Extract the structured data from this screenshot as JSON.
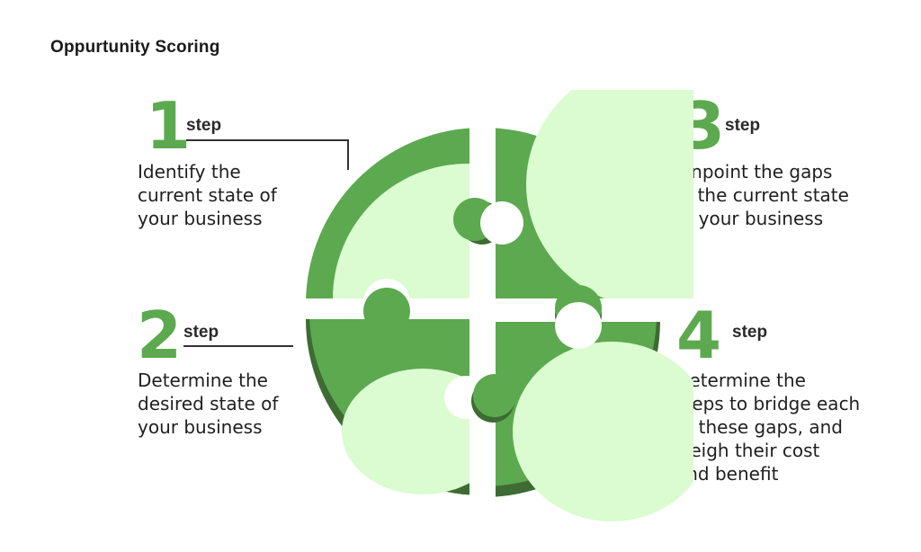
{
  "title": "Oppurtunity Scoring",
  "steps": [
    {
      "number": "1",
      "label": "step",
      "text": [
        "Identify the",
        "current state of",
        "your business"
      ]
    },
    {
      "number": "2",
      "label": "step",
      "text": [
        "Determine the",
        "desired state of",
        "your business"
      ]
    },
    {
      "number": "3",
      "label": "step",
      "text": [
        "Pinpoint the gaps",
        "in the current state",
        "of your business"
      ]
    },
    {
      "number": "4",
      "label": "step",
      "text": [
        "Determine the",
        "steps to bridge each",
        "of these gaps, and",
        "weigh their cost",
        "and benefit"
      ]
    }
  ],
  "colors": {
    "dark_green": "#5ca94f",
    "shadow_green": "#3d6b33",
    "light_green": "#dbfbd0",
    "number_green": "#5ca94f"
  }
}
